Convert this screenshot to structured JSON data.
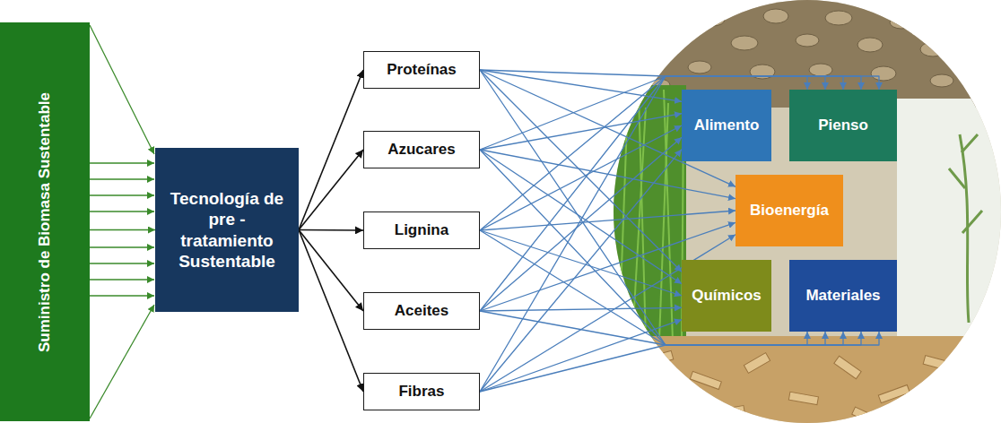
{
  "diagram": {
    "nodes": [
      {
        "text": [
          "Suministro de Biomasa Sustentable"
        ]
      },
      {
        "text": [
          "Tecnología de pre - tratamiento Sustentable"
        ]
      },
      {
        "text": [
          "Proteínas"
        ]
      },
      {
        "text": [
          "Azucares"
        ]
      },
      {
        "text": [
          "Lignina"
        ]
      },
      {
        "text": [
          "Aceites"
        ]
      },
      {
        "text": [
          "Fibras"
        ]
      },
      {
        "text": [
          "Alimento"
        ]
      },
      {
        "text": [
          "Pienso"
        ]
      },
      {
        "text": [
          "Bioenergía"
        ]
      },
      {
        "text": [
          "Químicos"
        ]
      },
      {
        "text": [
          "Materiales"
        ]
      }
    ],
    "edges": [
      {
        "from": 0,
        "to": 1,
        "arrow": "to"
      },
      {
        "from": 1,
        "to": 2,
        "arrow": "to"
      },
      {
        "from": 1,
        "to": 3,
        "arrow": "to"
      },
      {
        "from": 1,
        "to": 4,
        "arrow": "to"
      },
      {
        "from": 1,
        "to": 5,
        "arrow": "to"
      },
      {
        "from": 1,
        "to": 6,
        "arrow": "to"
      },
      {
        "from": 2,
        "to": 7,
        "arrow": "to"
      },
      {
        "from": 2,
        "to": 8,
        "arrow": "to"
      },
      {
        "from": 2,
        "to": 9,
        "arrow": "to"
      },
      {
        "from": 2,
        "to": 10,
        "arrow": "to"
      },
      {
        "from": 2,
        "to": 11,
        "arrow": "to"
      },
      {
        "from": 3,
        "to": 7,
        "arrow": "to"
      },
      {
        "from": 3,
        "to": 8,
        "arrow": "to"
      },
      {
        "from": 3,
        "to": 9,
        "arrow": "to"
      },
      {
        "from": 3,
        "to": 10,
        "arrow": "to"
      },
      {
        "from": 3,
        "to": 11,
        "arrow": "to"
      },
      {
        "from": 4,
        "to": 7,
        "arrow": "to"
      },
      {
        "from": 4,
        "to": 8,
        "arrow": "to"
      },
      {
        "from": 4,
        "to": 9,
        "arrow": "to"
      },
      {
        "from": 4,
        "to": 10,
        "arrow": "to"
      },
      {
        "from": 4,
        "to": 11,
        "arrow": "to"
      },
      {
        "from": 5,
        "to": 7,
        "arrow": "to"
      },
      {
        "from": 5,
        "to": 8,
        "arrow": "to"
      },
      {
        "from": 5,
        "to": 9,
        "arrow": "to"
      },
      {
        "from": 5,
        "to": 10,
        "arrow": "to"
      },
      {
        "from": 5,
        "to": 11,
        "arrow": "to"
      },
      {
        "from": 6,
        "to": 7,
        "arrow": "to"
      },
      {
        "from": 6,
        "to": 8,
        "arrow": "to"
      },
      {
        "from": 6,
        "to": 9,
        "arrow": "to"
      },
      {
        "from": 6,
        "to": 10,
        "arrow": "to"
      },
      {
        "from": 6,
        "to": 11,
        "arrow": "to"
      }
    ]
  }
}
